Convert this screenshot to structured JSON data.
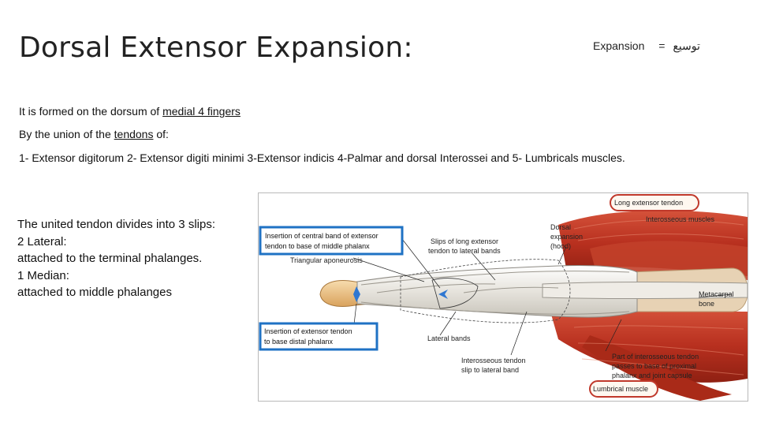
{
  "slide": {
    "title": "Dorsal Extensor Expansion:",
    "arabic_note": {
      "term": "Expansion",
      "equals": "=",
      "arabic": "توسيع"
    },
    "line1": {
      "text_before": "It is formed on the dorsum of ",
      "underlined": "medial 4 fingers"
    },
    "line2": {
      "text_before": "By the union of the ",
      "underlined": "tendons",
      "text_after": " of:"
    },
    "line3": "1- Extensor digitorum  2- Extensor digiti minimi 3-Extensor indicis  4-Palmar and dorsal Interossei and 5- Lumbricals muscles.",
    "slips": [
      "The united tendon divides into 3 slips:",
      "2 Lateral:",
      "attached to the terminal phalanges.",
      "1 Median:",
      "attached to middle phalanges"
    ]
  },
  "figure": {
    "labels": {
      "insertion_central": [
        "Insertion of central band of extensor",
        "tendon to base of middle phalanx"
      ],
      "triangular": "Triangular aponeurosis",
      "slips_long": [
        "Slips of long extensor",
        "tendon to lateral bands"
      ],
      "dorsal_expansion": [
        "Dorsal",
        "expansion",
        "(hood)"
      ],
      "long_extensor": "Long extensor tendon",
      "interosseous_muscles": "Interosseous muscles",
      "metacarpal": [
        "Metacarpal",
        "bone"
      ],
      "insertion_distal": [
        "Insertion of extensor tendon",
        "to base distal phalanx"
      ],
      "lateral_bands": "Lateral bands",
      "interosseous_slip": [
        "Interosseous tendon",
        "slip to lateral band"
      ],
      "part_interosseous": [
        "Part of interosseous tendon",
        "passes to base of proximal",
        "phalanx and joint capsule"
      ],
      "lumbrical": "Lumbrical muscle"
    },
    "colors": {
      "muscle": "#b8301f",
      "tendon": "#e9e6df",
      "bone": "#f1c98e",
      "highlight_box": "#1f72c4",
      "callout_ring": "#c0392b"
    }
  }
}
